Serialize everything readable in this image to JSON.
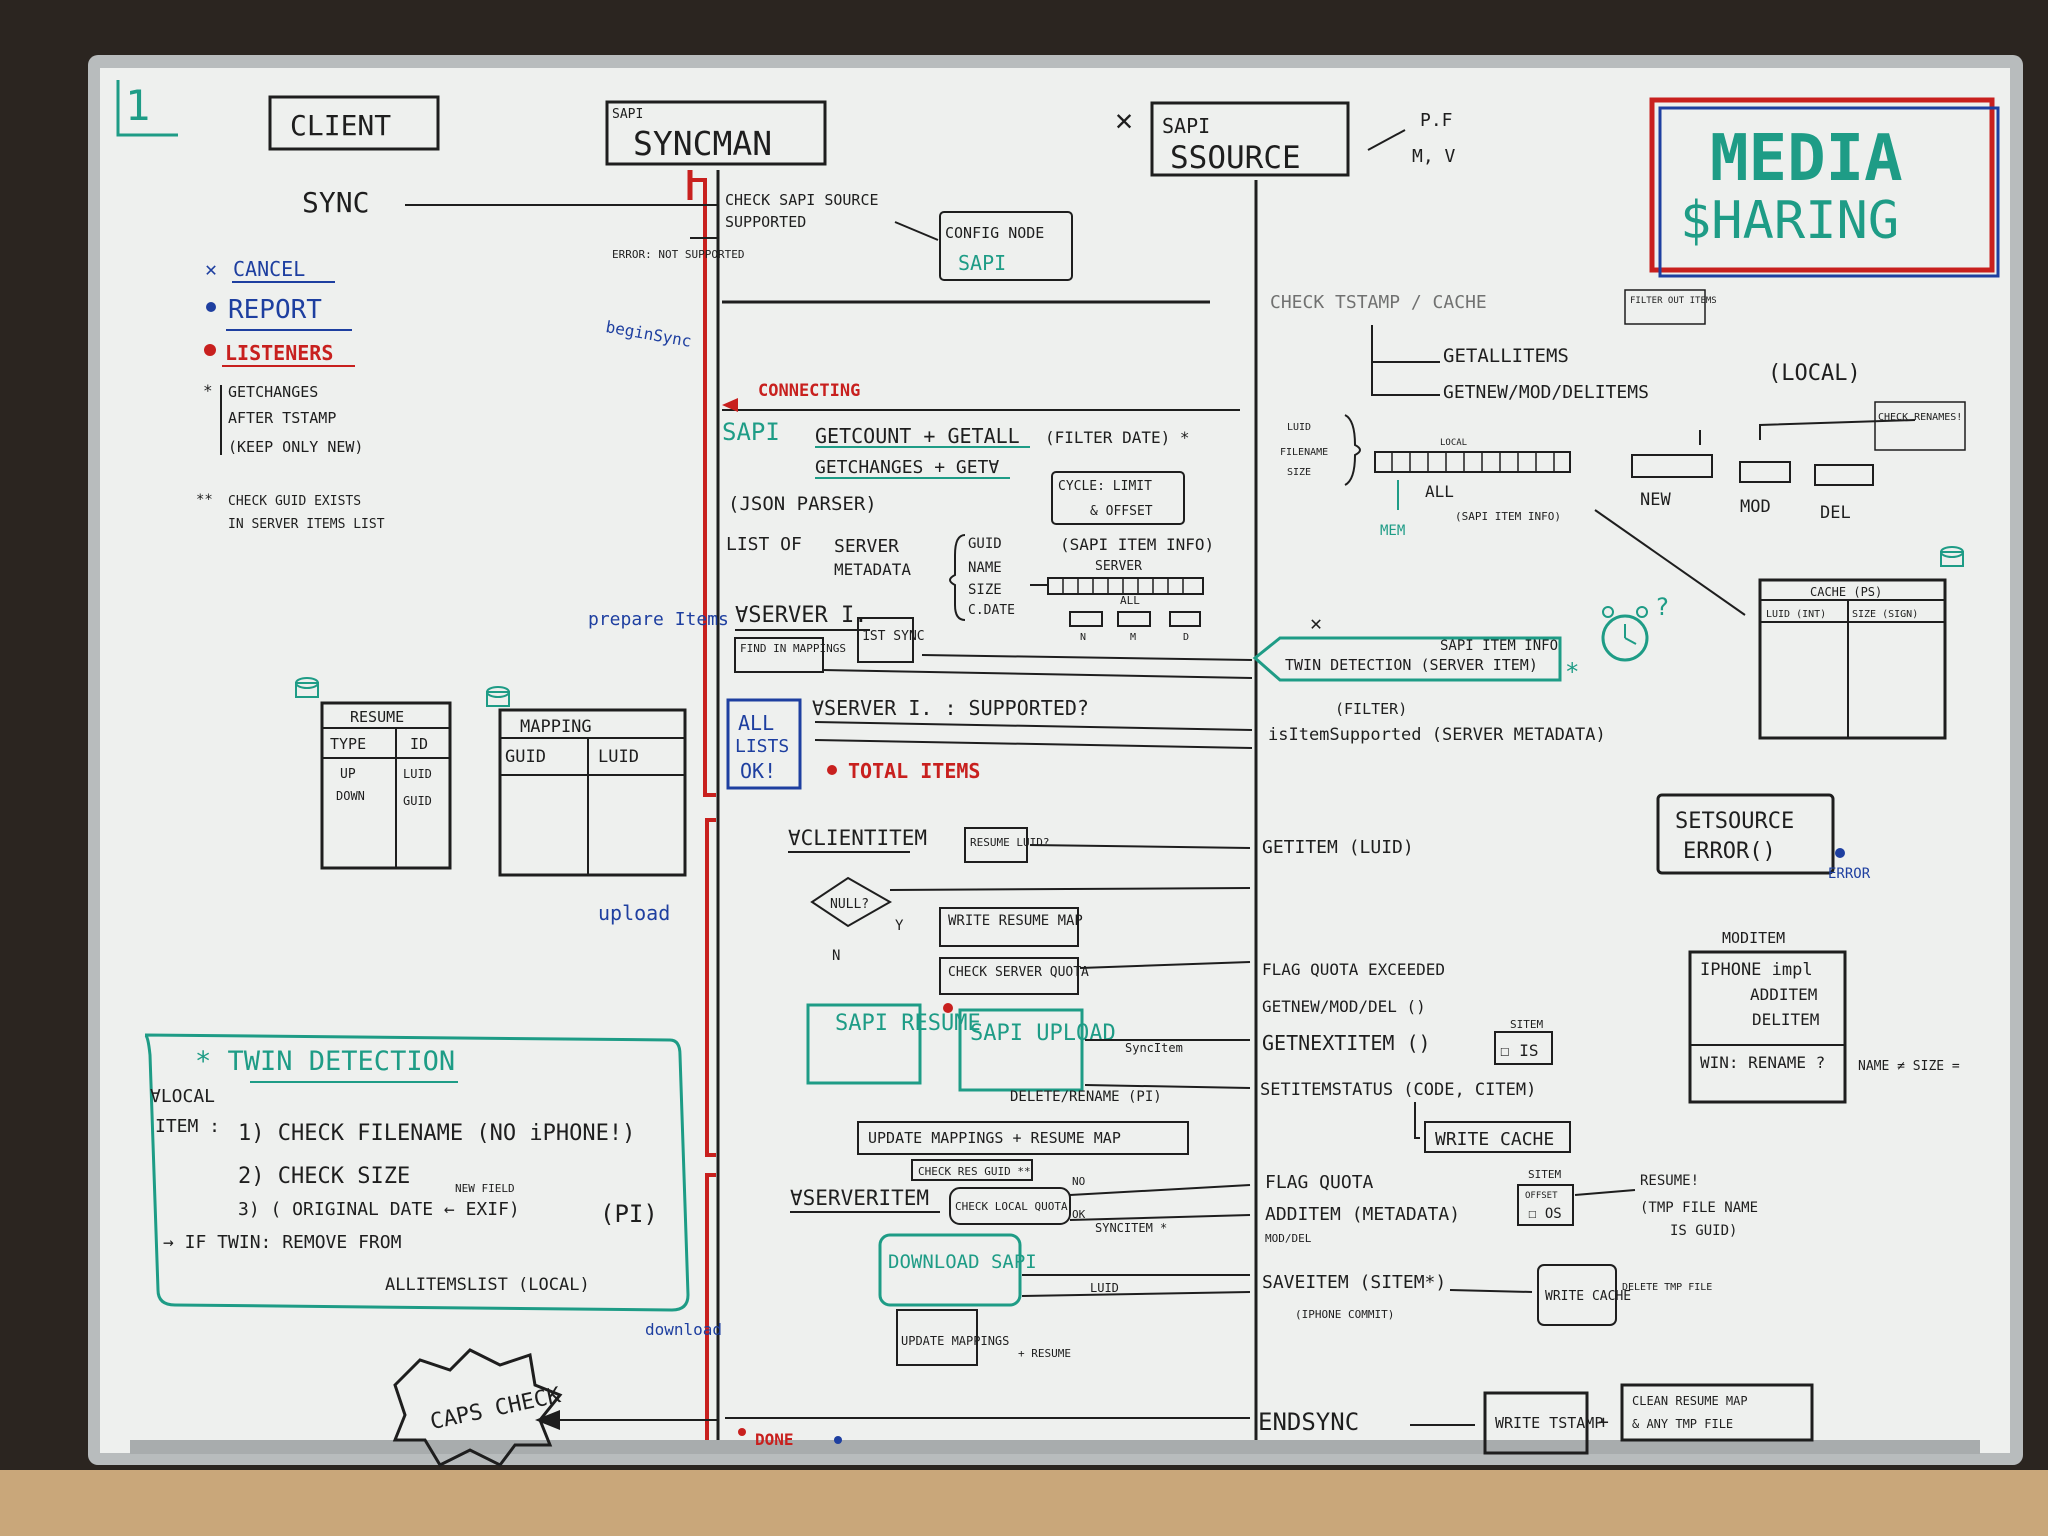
{
  "board": {
    "page_number": "1",
    "title_line1": "MEDIA",
    "title_line2": "$HARING",
    "columns": {
      "client": "CLIENT",
      "syncman_small": "SAPI",
      "syncman": "SYNCMAN",
      "ssource_small": "SAPI",
      "ssource": "SSOURCE",
      "ssource_note1": "P.F",
      "ssource_note2": "M, V"
    }
  },
  "legend": {
    "cancel": "CANCEL",
    "report": "REPORT",
    "listeners": "LISTENERS",
    "getchanges_1": "GETCHANGES",
    "getchanges_2": "AFTER TSTAMP",
    "getchanges_3": "(KEEP ONLY NEW)",
    "guid_1": "CHECK GUID EXISTS",
    "guid_2": "IN SERVER ITEMS LIST"
  },
  "tables": {
    "resume": {
      "title": "RESUME",
      "headers": [
        "TYPE",
        "ID"
      ],
      "rows": [
        [
          "UP",
          "LUID"
        ],
        [
          "DOWN",
          "GUID"
        ]
      ]
    },
    "mapping": {
      "title": "MAPPING",
      "headers": [
        "GUID",
        "LUID"
      ]
    },
    "cache": {
      "title": "CACHE (PS)",
      "headers": [
        "LUID (INT)",
        "SIZE (SIGN)"
      ]
    }
  },
  "twin": {
    "title": "* TWIN DETECTION",
    "for_local_1": "∀LOCAL",
    "for_local_2": "ITEM :",
    "step1": "1) CHECK FILENAME (NO iPHONE!)",
    "step2": "2) CHECK SIZE",
    "step3": "3) ( ORIGINAL DATE ← EXIF)",
    "new_field": "NEW FIELD",
    "pi": "(PI)",
    "step4": "→ IF TWIN: REMOVE FROM",
    "step4b": "ALLITEMSLIST (LOCAL)"
  },
  "caps": "CAPS CHECK",
  "flow": {
    "sync": "SYNC",
    "check_sapi": "CHECK SAPI SOURCE",
    "supported": "SUPPORTED",
    "config_node": "CONFIG NODE",
    "config_sapi": "SAPI",
    "error_not_supported": "ERROR: NOT SUPPORTED",
    "begin_sync": "beginSync",
    "connecting": "CONNECTING",
    "sapi": "SAPI",
    "getcount": "GETCOUNT + GETALL",
    "filter_date": "(FILTER DATE) *",
    "getchanges": "GETCHANGES + GET∀",
    "cycle_1": "CYCLE: LIMIT",
    "cycle_2": "& OFFSET",
    "json": "(JSON PARSER)",
    "list_of": "LIST OF",
    "server": "SERVER",
    "metadata": "METADATA",
    "meta_fields": [
      "GUID",
      "NAME",
      "SIZE",
      "C.DATE"
    ],
    "sapi_item_info": "(SAPI ITEM INFO)",
    "server_label": "SERVER",
    "all_label": "ALL",
    "nmd": [
      "N",
      "M",
      "D"
    ],
    "prepare_items": "prepare Items",
    "for_server_i": "∀SERVER I.",
    "find_in_mappings": "FIND IN MAPPINGS",
    "first_sync": "1ST SYNC",
    "for_server_supported": "∀SERVER I. : SUPPORTED?",
    "all_lists_ok_1": "ALL",
    "all_lists_ok_2": "LISTS",
    "all_lists_ok_3": "OK!",
    "total_items": "TOTAL ITEMS",
    "for_client_item": "∀CLIENTITEM",
    "resume_luid": "RESUME LUID?",
    "null": "NULL?",
    "yes": "Y",
    "no": "N",
    "write_resume_map": "WRITE RESUME MAP",
    "check_server_quota": "CHECK SERVER QUOTA",
    "upload": "upload",
    "sapi_resume": "SAPI RESUME",
    "sapi_upload": "SAPI UPLOAD",
    "delete_rename": "DELETE/RENAME (PI)",
    "sync_item": "SyncItem",
    "update_mappings_resume": "UPDATE MAPPINGS + RESUME MAP",
    "check_res_guid": "CHECK RES GUID **",
    "for_server_item": "∀SERVERITEM",
    "check_local_quota": "CHECK LOCAL QUOTA",
    "ok": "OK",
    "no_label": "NO",
    "sync_item_star": "SYNCITEM *",
    "download": "download",
    "download_sapi": "DOWNLOAD SAPI",
    "luid": "LUID",
    "update_mappings_resume2": "UPDATE MAPPINGS",
    "plus_resume": "+ RESUME",
    "done": "DONE"
  },
  "ssource": {
    "check_tstamp": "CHECK TSTAMP / CACHE",
    "filter_out": "FILTER OUT ITEMS",
    "get_all_items": "GETALLITEMS",
    "get_new_mod_del": "GETNEW/MOD/DELITEMS",
    "local": "(LOCAL)",
    "check_renames": "CHECK RENAMES!",
    "luid_fields": [
      "LUID",
      "FILENAME",
      "SIZE"
    ],
    "local_small": "LOCAL",
    "all": "ALL",
    "mem": "MEM",
    "sapi_item_info_small": "(SAPI ITEM INFO)",
    "new": "NEW",
    "mod": "MOD",
    "del": "DEL",
    "sapi_item_info": "SAPI ITEM INFO",
    "twin_detection": "TWIN DETECTION (SERVER ITEM)",
    "filter": "(FILTER)",
    "is_item_supported": "isItemSupported (SERVER METADATA)",
    "set_source_error_1": "SETSOURCE",
    "set_source_error_2": "ERROR()",
    "error": "ERROR",
    "get_item": "GETITEM (LUID)",
    "flag_quota_exceeded": "FLAG QUOTA EXCEEDED",
    "get_new_mod_del_call": "GETNEW/MOD/DEL ()",
    "get_next_item": "GETNEXTITEM ()",
    "set_item_status": "SETITEMSTATUS (CODE, CITEM)",
    "write_cache": "WRITE CACHE",
    "sitem": "SITEM",
    "is_flag": "☐ IS",
    "mod_item": "MODITEM",
    "iphone_impl": "IPHONE impl",
    "add_item": "ADDITEM",
    "del_item": "DELITEM",
    "win_rename": "WIN: RENAME ?",
    "name_size": "NAME ≠ SIZE =",
    "flag_quota": "FLAG QUOTA",
    "add_item_call": "ADDITEM (METADATA)",
    "mod_del": "MOD/DEL",
    "sitem2": "SITEM",
    "offset": "OFFSET",
    "os_flag": "☐ OS",
    "resume_tmp_1": "RESUME!",
    "resume_tmp_2": "(TMP FILE NAME",
    "resume_tmp_3": "IS GUID)",
    "save_item": "SAVEITEM (SITEM*)",
    "iphone_commit": "(IPHONE COMMIT)",
    "write_cache2": "WRITE CACHE",
    "delete_tmp": "DELETE TMP FILE",
    "end_sync": "ENDSYNC",
    "write_tstamp": "WRITE TSTAMP",
    "clean_resume": "CLEAN RESUME MAP",
    "clean_resume_2": "& ANY TMP FILE"
  },
  "colors": {
    "ink_black": "#1e1e1e",
    "ink_blue": "#1e3fa0",
    "ink_red": "#c8201e",
    "ink_teal": "#1e9c86",
    "board": "#f2f3f1"
  }
}
